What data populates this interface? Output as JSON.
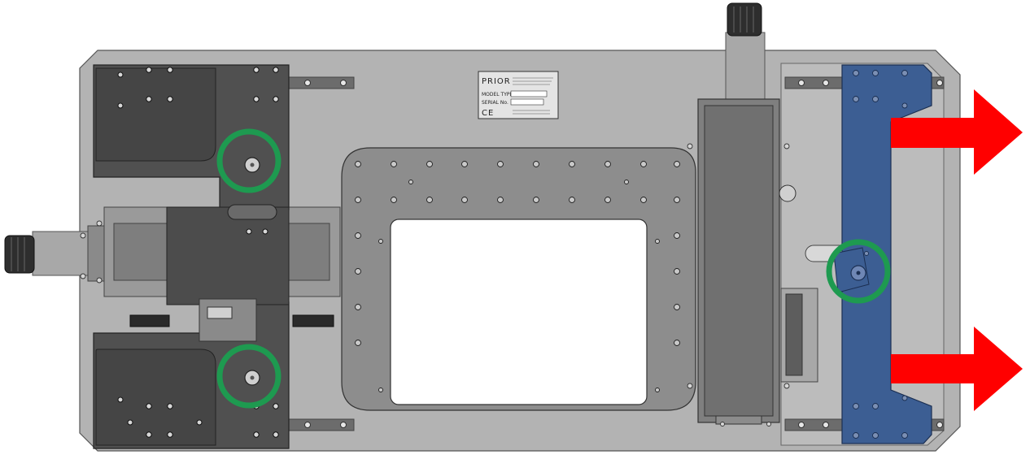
{
  "diagram": {
    "label_plate": {
      "brand": "PRIOR",
      "model_label": "MODEL TYPE",
      "serial_label": "SERIAL No.",
      "ce_mark": "CE"
    },
    "colors": {
      "background": "#ffffff",
      "base_plate": "#b0b0b0",
      "dark_stage": "#4a4a4a",
      "mid_stage": "#8c8c8c",
      "highlight_part": "#3c5e93",
      "marker_ring": "#1e9a50",
      "arrow": "#ff0000"
    },
    "markers": [
      {
        "name": "marker-ring-top-left",
        "color": "#1e9a50"
      },
      {
        "name": "marker-ring-bottom-left",
        "color": "#1e9a50"
      },
      {
        "name": "marker-ring-right",
        "color": "#1e9a50"
      }
    ],
    "arrows": [
      {
        "name": "arrow-top",
        "direction": "right",
        "color": "#ff0000"
      },
      {
        "name": "arrow-bottom",
        "direction": "right",
        "color": "#ff0000"
      }
    ]
  }
}
